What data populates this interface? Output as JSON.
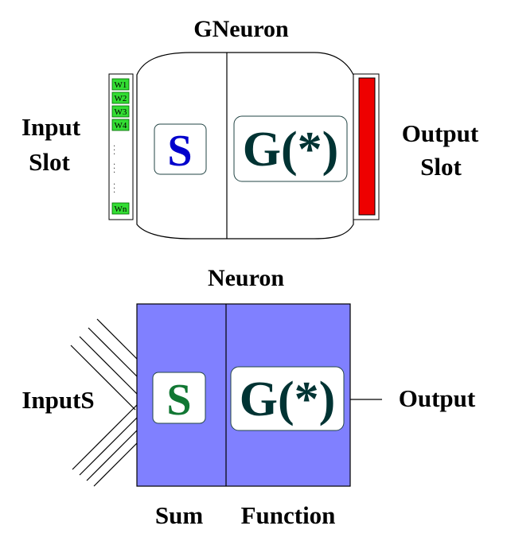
{
  "gneuron": {
    "title": "GNeuron",
    "input_label_line1": "Input",
    "input_label_line2": "Slot",
    "output_label_line1": "Output",
    "output_label_line2": "Slot",
    "weights": [
      "W1",
      "W2",
      "W3",
      "W4"
    ],
    "weight_last": "Wn",
    "ellipsis": ". . .",
    "sum_symbol": "S",
    "function_label": "G(*)",
    "colors": {
      "weight_fill": "#33dd33",
      "output_slot_fill": "#ee0000",
      "sum_symbol": "#0000cc",
      "function_text": "#003333"
    }
  },
  "neuron": {
    "title": "Neuron",
    "inputs_label": "InputS",
    "output_label": "Output",
    "sum_symbol": "S",
    "function_label": "G(*)",
    "sum_caption": "Sum",
    "function_caption": "Function",
    "colors": {
      "body_fill": "#8080ff",
      "sum_symbol": "#117733",
      "function_text": "#003333"
    }
  }
}
